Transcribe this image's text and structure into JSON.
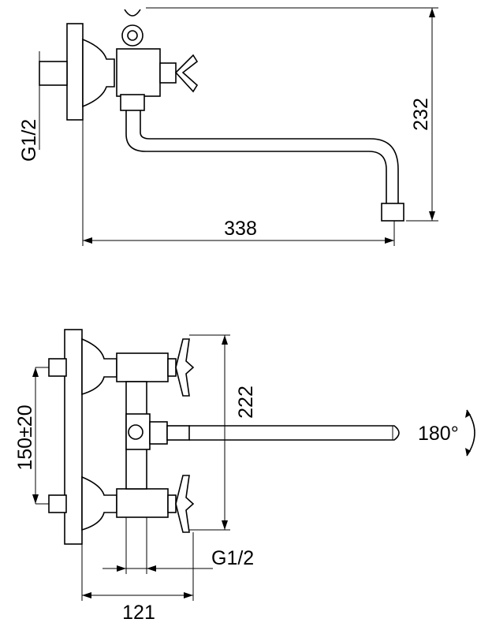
{
  "title": "Wall-mounted mixer tap dimension drawing",
  "side_view": {
    "thread_label": "G1/2",
    "height_label": "232",
    "reach_label": "338"
  },
  "front_view": {
    "height_label": "222",
    "center_distance_label": "150±20",
    "rotation_label": "180°",
    "thread_label": "G1/2",
    "depth_label": "121"
  },
  "colors": {
    "line": "#000000",
    "background": "#ffffff"
  }
}
